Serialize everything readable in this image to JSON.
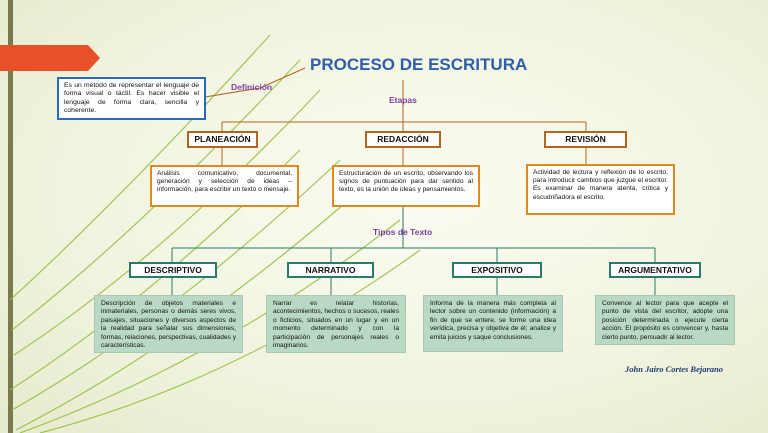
{
  "title": "PROCESO DE ESCRITURA",
  "definition": {
    "label": "Definición",
    "text": "Es un método de representar el lenguaje de forma visual o táctil. Es hacer visible el lenguaje de forma clara, sencilla y coherente."
  },
  "stages_label": "Etapas",
  "stages": [
    {
      "name": "PLANEACIÓN",
      "text": "Análisis comunicativo, documental, generación y selección de ideas – información, para escribir un texto o mensaje."
    },
    {
      "name": "REDACCIÓN",
      "text": "Estructuración de un escrito, observando los signos de puntuación para dar sentido al texto, es la unión de ideas y pensamientos."
    },
    {
      "name": "REVISIÓN",
      "text": "Actividad de lectura y reflexión de lo escrito, para introducir cambios que juzgue el escritor. Es examinar de manera atenta, crítica y escudriñadora el escrito."
    }
  ],
  "types_label": "Tipos de Texto",
  "types": [
    {
      "name": "DESCRIPTIVO",
      "text": "Descripción de objetos materiales e inmateriales, personas o demás seres vivos, paisajes, situaciones y diversos aspectos de la realidad para señalar sus dimensiones, formas, relaciones, perspectivas, cualidades y características."
    },
    {
      "name": "NARRATIVO",
      "text": "Narrar es relatar historias, acontecimientos, hechos o sucesos, reales o ficticios, situados en un lugar y en un momento determinado y con la participación de personajes reales o imaginarios."
    },
    {
      "name": "EXPOSITIVO",
      "text": "Informa de la manera más completa al lector sobre un contenido (información) a fin de que se entere, se forme una idea verídica, precisa y objetiva de él; analice y emita juicios y saque conclusiones."
    },
    {
      "name": "ARGUMENTATIVO",
      "text": "Convence al lector para que acepte el punto de vista del escritor, adopte una posición determinada o ejecute cierta acción. El propósito es convencer y, hasta cierto punto, persuadir al lector."
    }
  ],
  "author": "John Jairo Cortes Bejarano",
  "colors": {
    "title": "#2f5fa8",
    "stage_border": "#b5651d",
    "desc_border": "#e08a1e",
    "type_border": "#2b7a6b",
    "type_fill": "#b9d9c4",
    "accent": "#e8502a",
    "label": "#7b3fa0"
  }
}
